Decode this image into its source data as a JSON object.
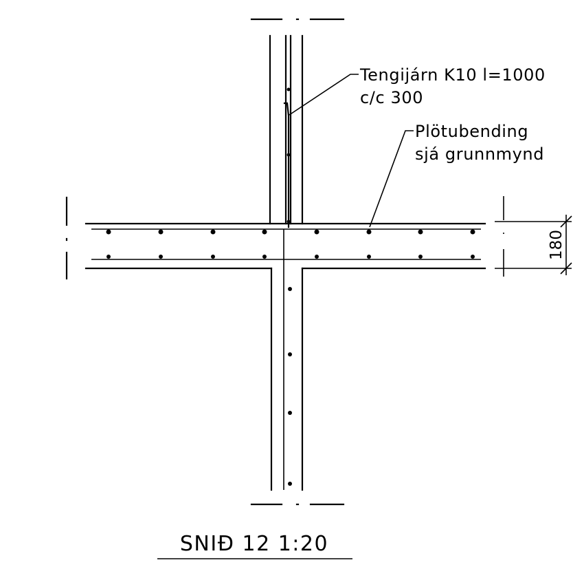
{
  "annotations": {
    "connection_bars_line1": "Tengijárn K10 l=1000",
    "connection_bars_line2": "c/c 300",
    "slab_reinforcement_line1": "Plötubending",
    "slab_reinforcement_line2": "sjá grunnmynd"
  },
  "dimension": {
    "slab_thickness": "180"
  },
  "title": {
    "section_label": "SNIÐ 12 1:20"
  },
  "colors": {
    "ink": "#000000",
    "paper": "#ffffff"
  }
}
